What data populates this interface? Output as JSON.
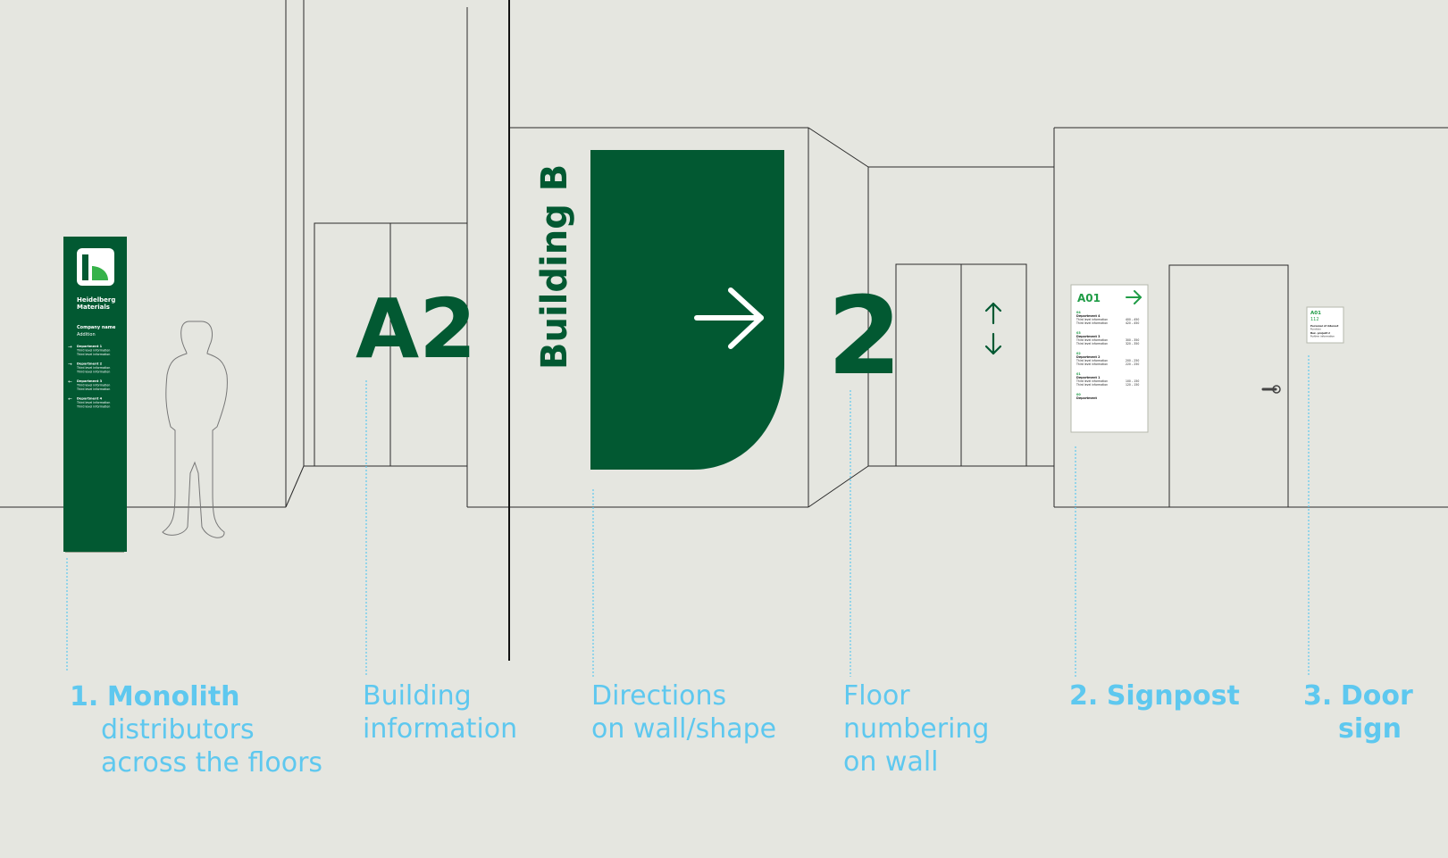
{
  "colors": {
    "background": "#e5e6e0",
    "brand_green": "#025932",
    "label_blue": "#5ec8ef",
    "line": "#2a2a2a",
    "white": "#ffffff"
  },
  "signage": {
    "monolith": {
      "brand_line1": "Heidelberg",
      "brand_line2": "Materials",
      "company_line1": "Company name",
      "company_line2": "Addition",
      "entries": [
        {
          "arrow": "→",
          "dept": "Department 1",
          "info1": "Third level information",
          "info2": "Third level information"
        },
        {
          "arrow": "→",
          "dept": "Department 2",
          "info1": "Third level information",
          "info2": "Third level information"
        },
        {
          "arrow": "←",
          "dept": "Department 3",
          "info1": "Third level information",
          "info2": "Third level information"
        },
        {
          "arrow": "←",
          "dept": "Department 4",
          "info1": "Third level information",
          "info2": "Third level information"
        }
      ]
    },
    "building_code": "A2",
    "building_name": "Building B",
    "direction_arrow": "→",
    "floor_number": "2",
    "lift_arrows": "↑↓",
    "signpost": {
      "code": "A01",
      "arrow": "→",
      "floors": [
        {
          "floor": "04",
          "dept": "Department 4",
          "rows": [
            {
              "info": "Third level information",
              "range": "400 – 450"
            },
            {
              "info": "Third level information",
              "range": "420 – 450"
            }
          ]
        },
        {
          "floor": "03",
          "dept": "Department 3",
          "rows": [
            {
              "info": "Third level information",
              "range": "300 – 350"
            },
            {
              "info": "Third level information",
              "range": "320 – 350"
            }
          ]
        },
        {
          "floor": "02",
          "dept": "Department 2",
          "rows": [
            {
              "info": "Third level information",
              "range": "200 – 250"
            },
            {
              "info": "Third level information",
              "range": "220 – 250"
            }
          ]
        },
        {
          "floor": "01",
          "dept": "Department 1",
          "rows": [
            {
              "info": "Third level information",
              "range": "100 – 150"
            },
            {
              "info": "Third level information",
              "range": "120 – 150"
            }
          ]
        },
        {
          "floor": "00",
          "dept": "Department",
          "rows": []
        }
      ]
    },
    "door_sign": {
      "code": "A01",
      "room": "112",
      "line1": "Personal of interest",
      "line2": "Function",
      "line3": "Bez. projekt 2",
      "line4": "Further information"
    }
  },
  "labels": {
    "monolith": {
      "number": "1.",
      "title": "Monolith",
      "line2": "distributors",
      "line3": "across the floors"
    },
    "building_info": {
      "line1": "Building",
      "line2": "information"
    },
    "directions": {
      "line1": "Directions",
      "line2": "on wall/shape"
    },
    "floor_numbering": {
      "line1": "Floor",
      "line2": "numbering",
      "line3": "on wall"
    },
    "signpost": {
      "number": "2.",
      "title": "Signpost"
    },
    "door_sign": {
      "number": "3.",
      "title_line1": "Door",
      "title_line2": "sign"
    }
  }
}
